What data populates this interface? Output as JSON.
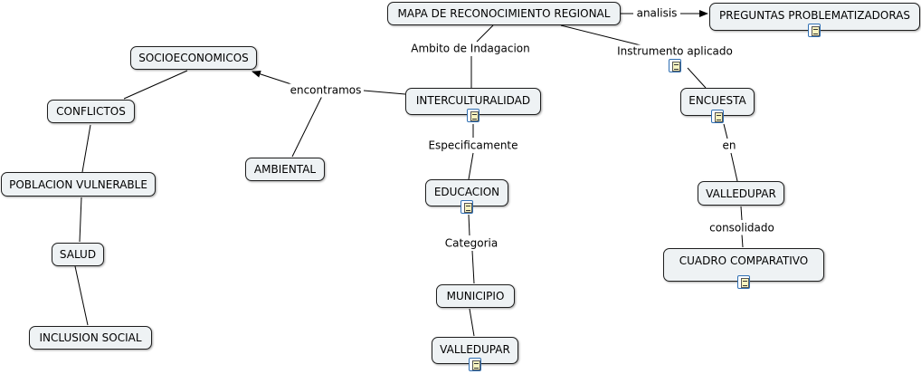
{
  "nodes": {
    "mapa": "MAPA DE RECONOCIMIENTO REGIONAL",
    "preguntas": "PREGUNTAS PROBLEMATIZADORAS",
    "socioeconomicos": "SOCIOECONOMICOS",
    "conflictos": "CONFLICTOS",
    "poblacion": "POBLACION VULNERABLE",
    "salud": "SALUD",
    "inclusion": "INCLUSION SOCIAL",
    "ambiental": "AMBIENTAL",
    "interculturalidad": "INTERCULTURALIDAD",
    "educacion": "EDUCACION",
    "municipio": "MUNICIPIO",
    "valledupar_center": "VALLEDUPAR",
    "encuesta": "ENCUESTA",
    "valledupar_right": "VALLEDUPAR",
    "cuadro": "CUADRO COMPARATIVO"
  },
  "links": {
    "analisis": "analisis",
    "ambito": "Ambito de Indagacion",
    "instrumento": "Instrumento aplicado",
    "encontramos": "encontramos",
    "especificamente": "Especificamente",
    "categoria": "Categoria",
    "en": "en",
    "consolidado": "consolidado"
  },
  "icons": [
    "document-icon"
  ],
  "colors": {
    "node_fill": "#eef2f4",
    "node_border": "#1e1e1e",
    "line": "#000000",
    "icon_border": "#2f6fb3"
  }
}
